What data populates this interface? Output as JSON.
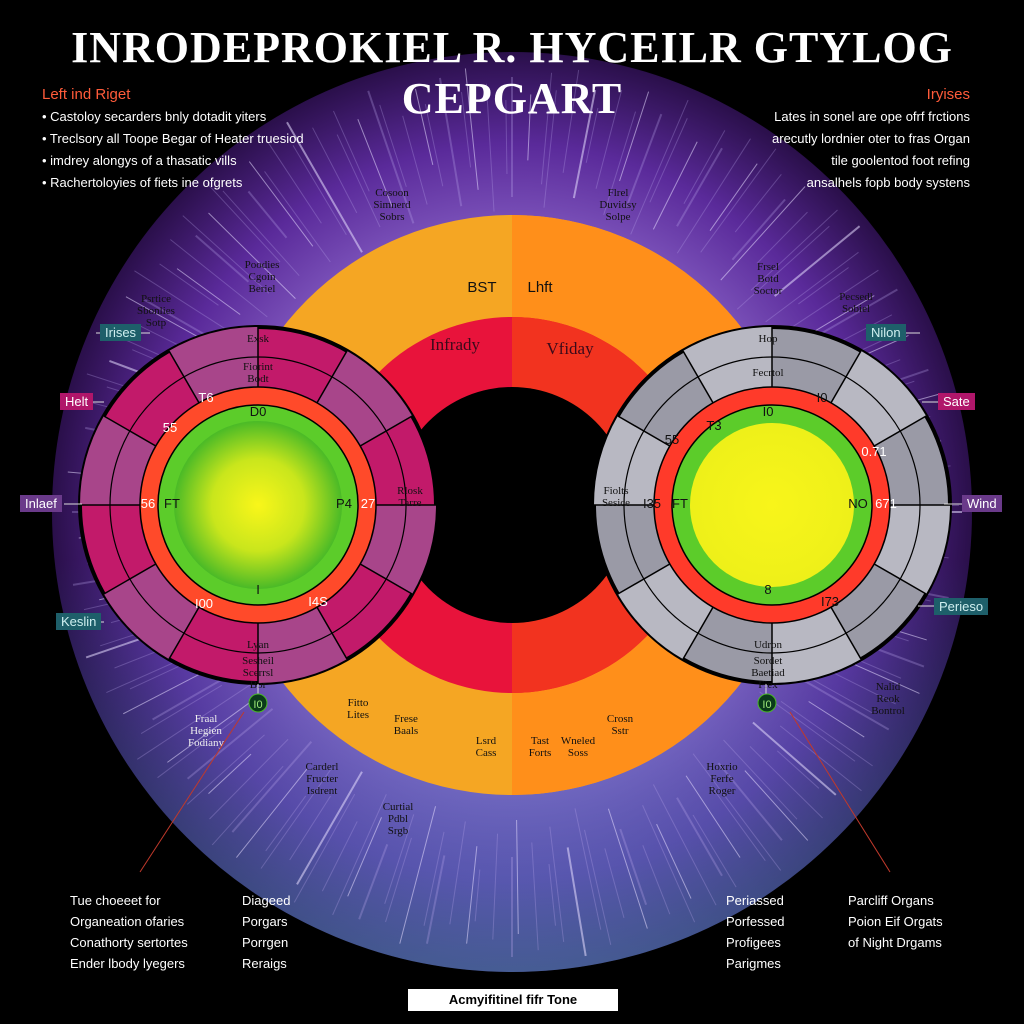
{
  "title": "INRODEPROKIEL R. HYCEILR GTYLOG CEPGART",
  "left_notes": {
    "heading": "Left ind Riget",
    "items": [
      "• Castoloy secarders bnly dotadit yiters",
      "• Treclsory all Toope Begar of Heater truesiod",
      "• imdrey alongys of a thasatic vills",
      "• Rachertoloyies of fiets ine ofgrets"
    ]
  },
  "right_notes": {
    "heading": "Iryises",
    "items": [
      "Lates in sonel are ope ofrf frctions",
      "arecutly lordnier oter to fras Organ",
      "tile goolentod foot refing",
      "ansalhels fopb body systens"
    ]
  },
  "center_words": [
    "Infrady",
    "Vfiday"
  ],
  "ring_labels": [
    "BST",
    "Lhft"
  ],
  "left_iris_codes": [
    "D0",
    "T6",
    "55",
    "56",
    "FT",
    "27",
    "P4",
    "I",
    "I00",
    "I4S"
  ],
  "right_iris_codes": [
    "I0",
    "T3",
    "I0",
    "55",
    "I35",
    "FT",
    "NO",
    "671",
    "0.71",
    "I73",
    "8"
  ],
  "side_tags": {
    "irises": "Irises",
    "helt": "Helt",
    "inlaef": "Inlaef",
    "keslin": "Keslin",
    "nilon": "Nilon",
    "sate": "Sate",
    "wind": "Wind",
    "perieso": "Perieso",
    "left_dot": "I0",
    "right_dot": "I0"
  },
  "organ_labels": [
    "Cosoon Simnerd Sobrs",
    "Flrel Duvidsy Solpe",
    "Poodies Cgoin Beriel",
    "Psrtice Sbonlies Sotp",
    "Exsk",
    "Fiorint Bodt",
    "Frsel Botd Soctor",
    "Pecsedl Sobiel",
    "Hop",
    "Fecrtol",
    "Rlosk Tarre",
    "Fiolts Sesice",
    "Lyan",
    "Sesheil Scerrsl Bor",
    "Udron",
    "Sordet Baetiad Fiex",
    "Fraal Hegien Fodiany",
    "Nalid Reok Bontrol",
    "Fitto Lites",
    "Frese Baals",
    "Lsrd Cass",
    "Tast Forts",
    "Wneled Soss",
    "Crosn Sstr",
    "Carderl Fructer Isdrent",
    "Hoxrio Ferfe Roger",
    "Curtial Pdbl Srgb"
  ],
  "bottom_left": {
    "col1": [
      "Tue choeeet for",
      "Organeation ofaries",
      "Conathorty sertortes",
      "Ender lbody lyegers"
    ],
    "col2": [
      "Diageed",
      "Porgars",
      "Porrgen",
      "Reraigs"
    ]
  },
  "bottom_right": {
    "col1": [
      "Periassed",
      "Porfessed",
      "Profigees",
      "Parigmes"
    ],
    "col2": [
      "Parcliff Organs",
      "Poion Eif Orgats",
      "of Night Drgams"
    ]
  },
  "badge": "Acmyifitinel fifr Tone",
  "colors": {
    "outer_violet": "#5a2a9a",
    "outer_blue": "#4a6fb0",
    "ring_orange": "#f5a623",
    "inner_red": "#e8133b",
    "left_iris_ring": "#c21a6a",
    "right_iris_ring": "#9a9aa6",
    "iris_green": "#5ccc2a",
    "iris_yellow": "#f4f219"
  }
}
